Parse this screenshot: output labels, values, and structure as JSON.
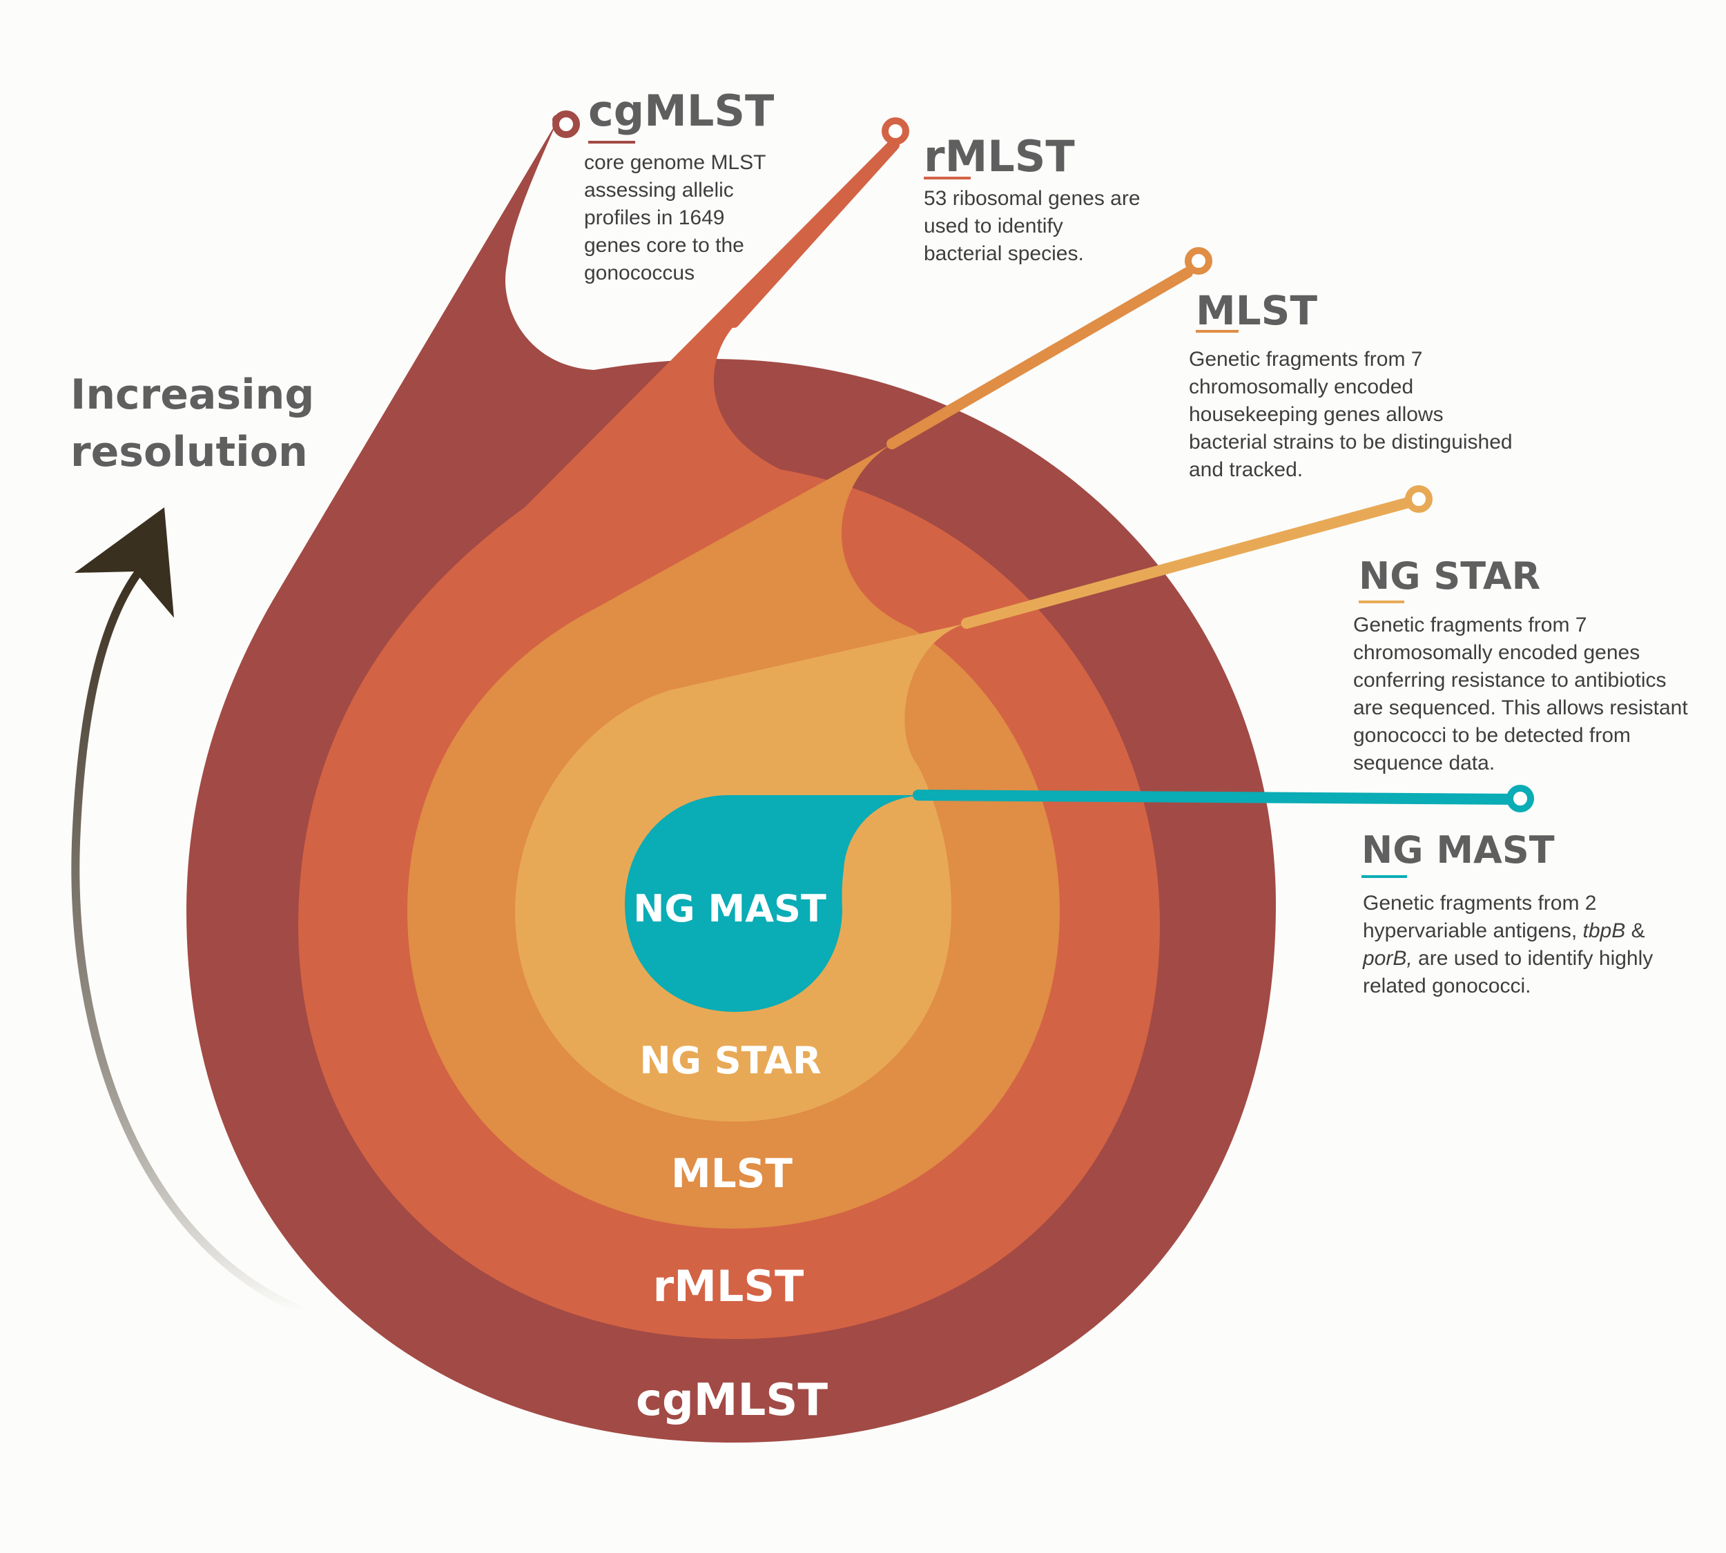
{
  "colors": {
    "cgMLST": "#a24a45",
    "rMLST": "#d36345",
    "MLST": "#e08d45",
    "NG_STAR": "#e8a956",
    "NG_MAST": "#0aacb5",
    "title_gray": "#5f5f5f",
    "background": "#fcfcfa"
  },
  "rings": {
    "cgmlst": "cgMLST",
    "rmlst": "rMLST",
    "mlst": "MLST",
    "ngstar": "NG STAR",
    "ngmast": "NG MAST"
  },
  "side": {
    "line1": "Increasing",
    "line2": "resolution"
  },
  "callouts": {
    "cgmlst": {
      "title": "cgMLST",
      "lines": [
        "core genome MLST",
        "assessing allelic",
        "profiles in 1649",
        "genes core to the",
        "gonococcus"
      ]
    },
    "rmlst": {
      "title": "rMLST",
      "lines": [
        "53 ribosomal genes are",
        "used to identify",
        "bacterial species."
      ]
    },
    "mlst": {
      "title": "MLST",
      "lines": [
        "Genetic fragments from 7",
        "chromosomally encoded",
        "housekeeping genes allows",
        "bacterial strains to be distinguished",
        "and tracked."
      ]
    },
    "ngstar": {
      "title": "NG STAR",
      "lines": [
        "Genetic fragments from 7",
        "chromosomally encoded genes",
        "conferring resistance to antibiotics",
        "are sequenced. This allows resistant",
        "gonococci to be detected from",
        "sequence data."
      ]
    },
    "ngmast": {
      "title": "NG MAST",
      "line1_a": "Genetic fragments from 2",
      "line2_a": "hypervariable antigens, ",
      "line2_i": "tbpB",
      "line2_b": " &",
      "line3_i": "porB,",
      "line3_b": " are used to identify highly",
      "line4": "related gonococci."
    }
  }
}
